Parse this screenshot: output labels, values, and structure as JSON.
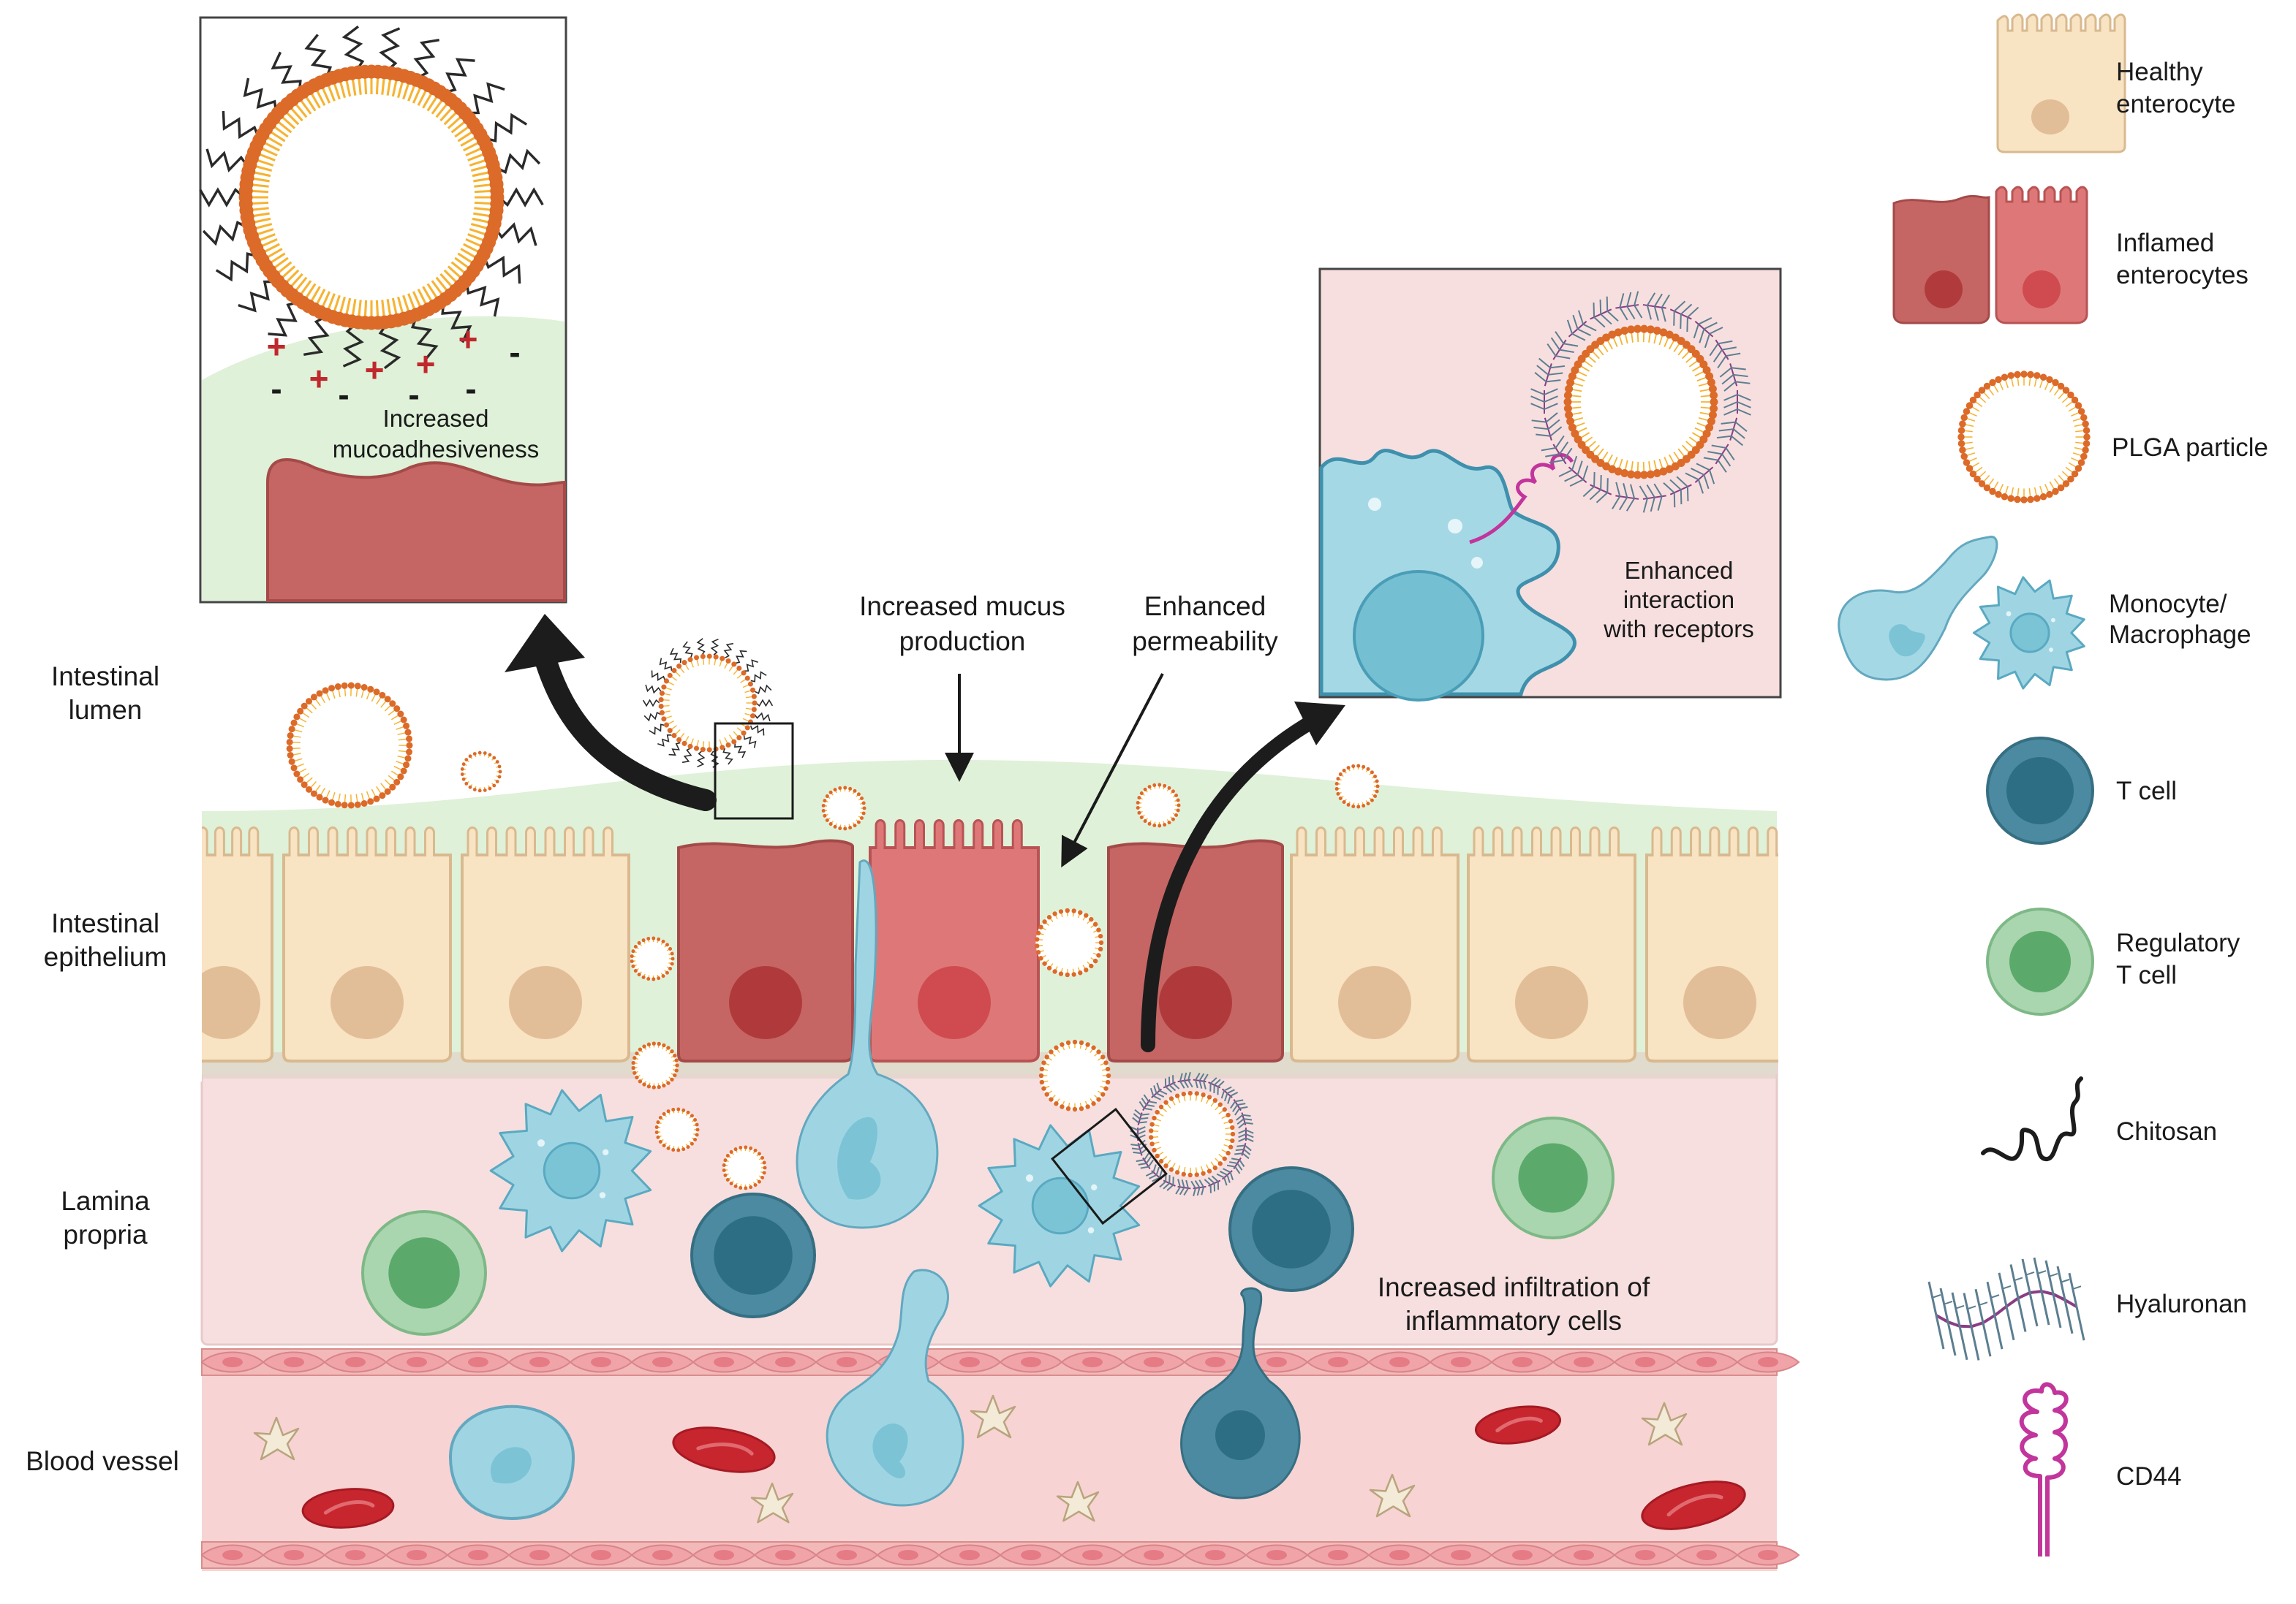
{
  "region_labels": {
    "lumen_1": "Intestinal",
    "lumen_2": "lumen",
    "epithelium_1": "Intestinal",
    "epithelium_2": "epithelium",
    "lamina_1": "Lamina",
    "lamina_2": "propria",
    "vessel": "Blood vessel"
  },
  "annotations": {
    "mucus_1": "Increased mucus",
    "mucus_2": "production",
    "perm_1": "Enhanced",
    "perm_2": "permeability",
    "infil_1": "Increased infiltration of",
    "infil_2": "inflammatory cells"
  },
  "inset_left": {
    "text_1": "Increased",
    "text_2": "mucoadhesiveness",
    "plus": "+",
    "minus": "-"
  },
  "inset_right": {
    "text_1": "Enhanced",
    "text_2": "interaction",
    "text_3": "with receptors"
  },
  "legend": {
    "healthy_1": "Healthy",
    "healthy_2": "enterocyte",
    "inflamed_1": "Inflamed",
    "inflamed_2": "enterocytes",
    "plga": "PLGA particle",
    "mono_1": "Monocyte/",
    "mono_2": "Macrophage",
    "tcell": "T cell",
    "treg_1": "Regulatory",
    "treg_2": "T cell",
    "chitosan": "Chitosan",
    "hyaluronan": "Hyaluronan",
    "cd44": "CD44"
  },
  "colors": {
    "healthy_cell": "#f8e3c3",
    "healthy_nucleus": "#e2be98",
    "inflamed_dark": "#c56664",
    "inflamed_light": "#de7878",
    "plga_bead": "#dc6a28",
    "plga_tail": "#f6b332",
    "mucus": "#dff1d8",
    "lamina": "#f7dfdf",
    "vessel": "#f7d0d0",
    "macrophage": "#9fd5e3",
    "tcell": "#3b7d92",
    "treg": "#84c38d",
    "hyaluronan": "#5c7e90",
    "cd44": "#c2359c"
  }
}
